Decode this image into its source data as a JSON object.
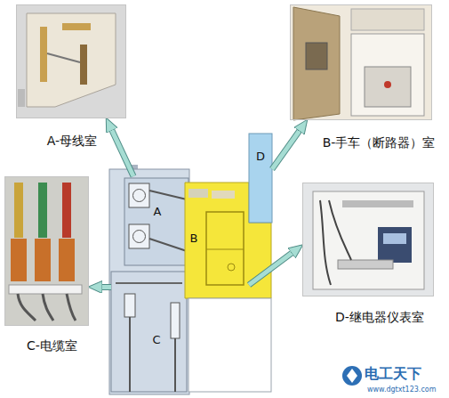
{
  "diagram": {
    "nodes": [
      {
        "text": [
          "A-母线室"
        ]
      },
      {
        "text": [
          "B-手车（断路器）室"
        ]
      },
      {
        "text": [
          "C-电缆室"
        ]
      },
      {
        "text": [
          "D-继电器仪表室"
        ]
      },
      {
        "text": [
          "A"
        ]
      },
      {
        "text": [
          "B"
        ]
      },
      {
        "text": [
          "C"
        ]
      },
      {
        "text": [
          "D"
        ]
      }
    ],
    "edges": [
      {
        "from": 4,
        "to": 0,
        "arrow": "to"
      },
      {
        "from": 7,
        "to": 1,
        "arrow": "to"
      },
      {
        "from": 6,
        "to": 2,
        "arrow": "to"
      },
      {
        "from": 5,
        "to": 3,
        "arrow": "to"
      }
    ],
    "labels": [
      "电工天下",
      "www.dgtxt123.com"
    ]
  }
}
